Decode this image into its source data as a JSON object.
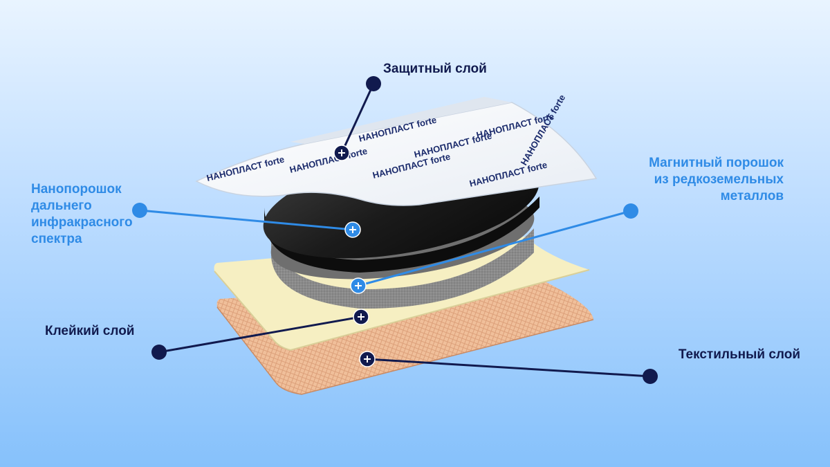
{
  "labels": {
    "protective": "Защитный слой",
    "nanopowder": "Нанопорошок\nдальнего\nинфракрасного\nспектра",
    "magnetic": "Магнитный порошок\nиз редкоземельных\nметаллов",
    "adhesive": "Клейкий слой",
    "textile": "Текстильный слой"
  },
  "brand_print": "НАНОПЛАСТ forte",
  "colors": {
    "label_dark": "#111a4e",
    "label_blue": "#2f8be6",
    "marker_dark": "#111a4e",
    "marker_blue": "#2f8be6"
  }
}
